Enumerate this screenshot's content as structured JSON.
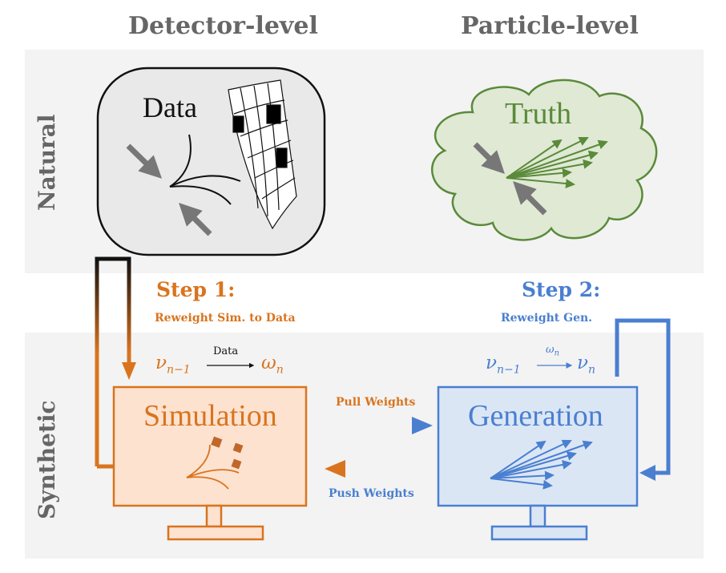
{
  "columns": {
    "detector": "Detector-level",
    "particle": "Particle-level"
  },
  "rows": {
    "natural": "Natural",
    "synthetic": "Synthetic"
  },
  "boxes": {
    "data": "Data",
    "truth": "Truth",
    "simulation": "Simulation",
    "generation": "Generation"
  },
  "step1": {
    "title": "Step 1:",
    "subtitle": "Reweight Sim. to Data",
    "lhs": "ν",
    "lhs_sub": "n−1",
    "arrow_label": "Data",
    "rhs": "ω",
    "rhs_sub": "n"
  },
  "step2": {
    "title": "Step 2:",
    "subtitle": "Reweight Gen.",
    "lhs": "ν",
    "lhs_sub": "n−1",
    "arrow_label": "ω",
    "arrow_label_sub": "n",
    "rhs": "ν",
    "rhs_sub": "n"
  },
  "arrows": {
    "pull": "Pull Weights",
    "push": "Push Weights"
  },
  "colors": {
    "orange": "#d9741e",
    "blue": "#4a7fd0",
    "green": "#5a8a3a",
    "band": "#f3f3f3",
    "grey": "#666666"
  }
}
